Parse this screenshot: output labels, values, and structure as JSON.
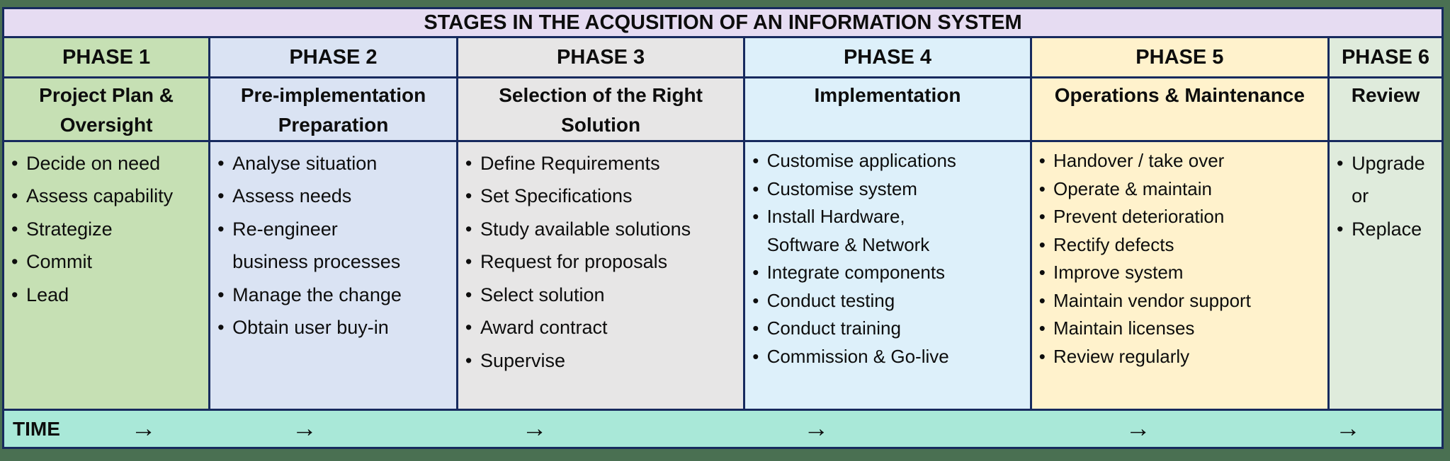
{
  "title": "STAGES IN THE ACQUSITION OF AN INFORMATION SYSTEM",
  "colors": {
    "outer_frame": "#4A7052",
    "grid_border": "#172A5E",
    "title_bg": "#E6DCF2",
    "time_bg": "#A9E8D8",
    "text": "#0D0D0D"
  },
  "phases": [
    {
      "label": "PHASE 1",
      "subtitle": "Project Plan & Oversight",
      "bg": "#C6E0B4",
      "items": [
        "Decide on need",
        "Assess capability",
        "Strategize",
        "Commit",
        "Lead"
      ]
    },
    {
      "label": "PHASE 2",
      "subtitle": "Pre-implementation Preparation",
      "bg": "#DAE3F3",
      "items": [
        "Analyse situation",
        "Assess needs",
        "Re-engineer\nbusiness processes",
        "Manage the change",
        "Obtain user buy-in"
      ]
    },
    {
      "label": "PHASE 3",
      "subtitle": "Selection of the Right Solution",
      "bg": "#E7E6E6",
      "items": [
        "Define Requirements",
        "Set Specifications",
        "Study available solutions",
        "Request for proposals",
        "Select solution",
        "Award contract",
        "Supervise"
      ]
    },
    {
      "label": "PHASE 4",
      "subtitle": "Implementation",
      "bg": "#DDF0FA",
      "items": [
        "Customise applications",
        "Customise system",
        "Install Hardware,\nSoftware & Network",
        "Integrate components",
        "Conduct testing",
        "Conduct training",
        "Commission & Go-live"
      ]
    },
    {
      "label": "PHASE 5",
      "subtitle": "Operations & Maintenance",
      "bg": "#FFF2CC",
      "items": [
        "Handover / take over",
        "Operate & maintain",
        "Prevent deterioration",
        "Rectify defects",
        "Improve system",
        "Maintain vendor support",
        "Maintain licenses",
        "Review regularly"
      ]
    },
    {
      "label": "PHASE 6",
      "subtitle": "Review",
      "bg": "#DFEBDC",
      "items": [
        "Upgrade\nor",
        "Replace"
      ]
    }
  ],
  "time_axis": {
    "label": "TIME",
    "arrow_glyph": "→",
    "arrow_positions_pct": [
      8.8,
      20.0,
      36.0,
      55.6,
      78.0,
      92.6
    ]
  }
}
